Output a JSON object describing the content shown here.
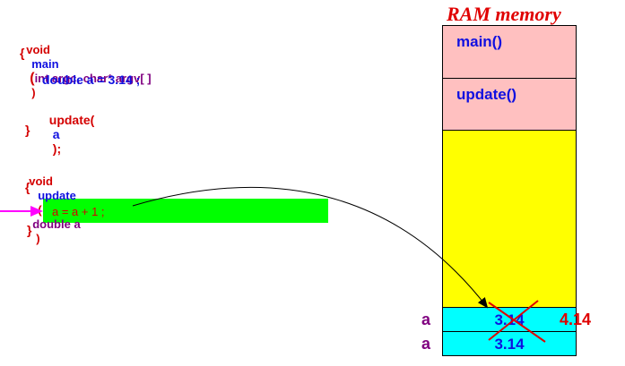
{
  "code": {
    "main_sig": {
      "kw_void": "void",
      "name": "main",
      "open": "(",
      "params": "int argc, char* argv[ ]",
      "close": ")"
    },
    "main_open": "{",
    "decl": "double a = 3.14 ;",
    "call": {
      "fn": "update(",
      "arg": "a",
      "tail": ");"
    },
    "main_close": "}",
    "update_sig": {
      "kw_void": "void",
      "name": "update",
      "open": "(",
      "params": "double a",
      "close": ")"
    },
    "update_open": "{",
    "stmt": "a = a + 1 ;",
    "update_close": "}"
  },
  "memory": {
    "title": "RAM memory",
    "frames": [
      "main()",
      "update()"
    ],
    "update_var": {
      "name": "a",
      "old_value": "3.14",
      "new_value": "4.14"
    },
    "main_var": {
      "name": "a",
      "value": "3.14"
    }
  },
  "colors": {
    "highlight": "#00ff00",
    "frame": "#ffc0c0",
    "free": "#ffff00",
    "var_cell": "#00ffff",
    "arrow": "#ff00ff",
    "cross": "#e00000"
  }
}
